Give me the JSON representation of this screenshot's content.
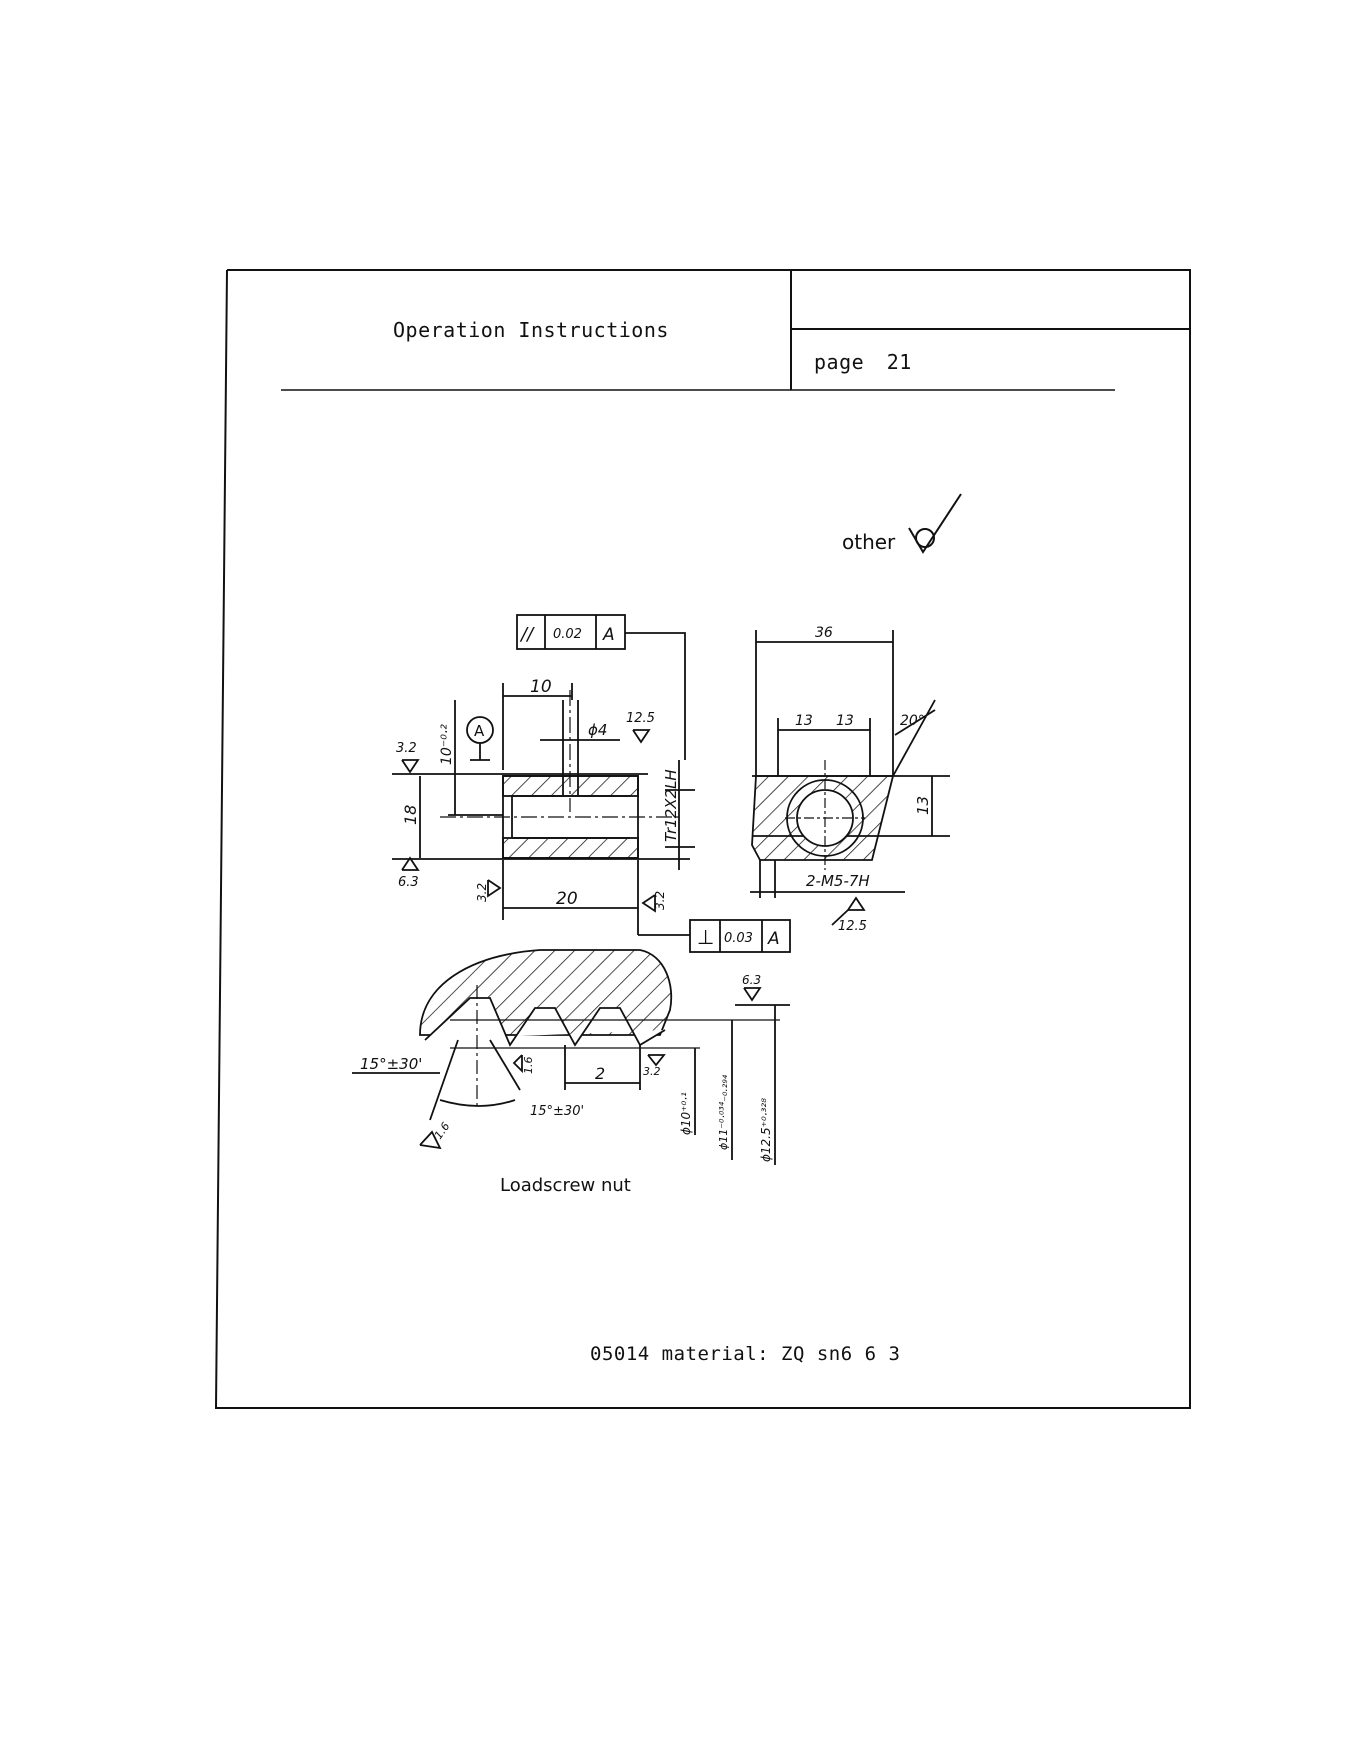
{
  "header": {
    "title": "Operation Instructions",
    "page_label": "page",
    "page_number": "21"
  },
  "roughness_note": "other",
  "drawing": {
    "caption": "Loadscrew nut",
    "footer": "05014 material: ZQ sn6 6 3",
    "front_view": {
      "fcf_parallel": {
        "symbol": "//",
        "tolerance": "0.02",
        "datum": "A"
      },
      "fcf_perpendicular": {
        "symbol": "⊥",
        "tolerance": "0.03",
        "datum": "A"
      },
      "dim_top_width": "10",
      "dim_height": "18",
      "dim_offset": "10⁻⁰·²",
      "dim_hole": "ϕ4",
      "dim_bottom_width": "20",
      "thread_label": "Tr12X2LH",
      "datum_label": "A",
      "roughness_top_left": "3.2",
      "roughness_top_right": "12.5",
      "roughness_bottom_left": "6.3",
      "roughness_bottom_mid": "3.2",
      "roughness_right": "3.2"
    },
    "side_view": {
      "dim_width": "36",
      "dim_left": "13",
      "dim_right": "13",
      "dim_angle": "20°",
      "dim_height": "13",
      "thread_note": "2-M5-7H",
      "roughness": "12.5"
    },
    "thread_detail": {
      "angle_left": "15°±30'",
      "angle_right": "15°±30'",
      "pitch": "2",
      "dia_minor": "ϕ10⁺⁰·¹",
      "dia_mid": "ϕ11⁻⁰·⁰³⁴₋₀.₂₉₄",
      "dia_major": "ϕ12.5⁺⁰·³²⁸",
      "roughness_top": "6.3",
      "roughness_flank": "3.2",
      "roughness_root": "1.6",
      "roughness_left": "1.6"
    }
  }
}
